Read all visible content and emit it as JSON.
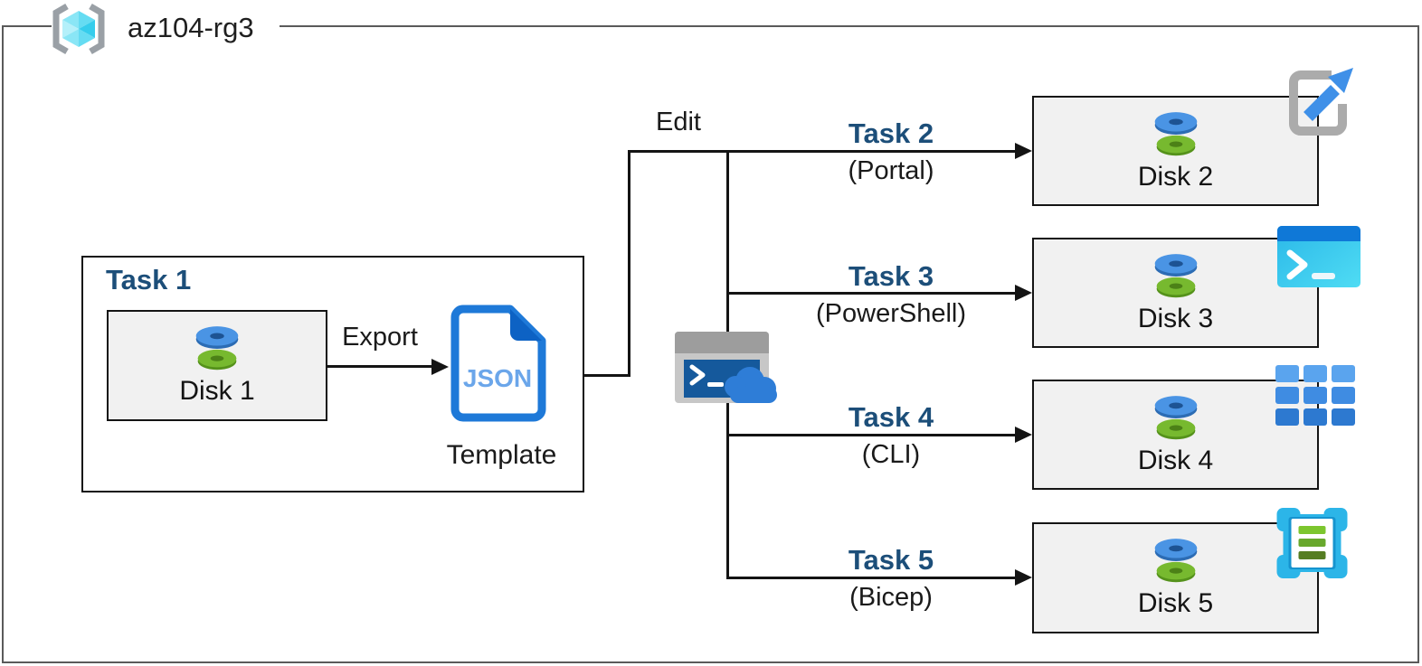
{
  "resource_group": {
    "name": "az104-rg3",
    "icon": "resource-group-icon"
  },
  "task1": {
    "title": "Task 1",
    "disk": {
      "label": "Disk 1",
      "icon": "managed-disk-icon"
    },
    "export_label": "Export",
    "template": {
      "doc_text": "JSON",
      "label": "Template",
      "icon": "json-template-icon"
    }
  },
  "edit_label": "Edit",
  "shell_icon": "cloud-shell-icon",
  "branches": [
    {
      "task": "Task 2",
      "method": "(Portal)",
      "disk": "Disk 2",
      "tool_icon": "portal-icon"
    },
    {
      "task": "Task 3",
      "method": "(PowerShell)",
      "disk": "Disk 3",
      "tool_icon": "powershell-icon"
    },
    {
      "task": "Task 4",
      "method": "(CLI)",
      "disk": "Disk 4",
      "tool_icon": "cli-icon"
    },
    {
      "task": "Task 5",
      "method": "(Bicep)",
      "disk": "Disk 5",
      "tool_icon": "bicep-icon"
    }
  ],
  "colors": {
    "task_heading": "#1C4E79",
    "line": "#141414",
    "box_fill": "#F1F1F1",
    "frame_border": "#5A5A5A",
    "disk_blue": "#4A94E4",
    "disk_green": "#77B92F",
    "azure_blue": "#1E79D8",
    "cyan": "#2CB5E8"
  }
}
